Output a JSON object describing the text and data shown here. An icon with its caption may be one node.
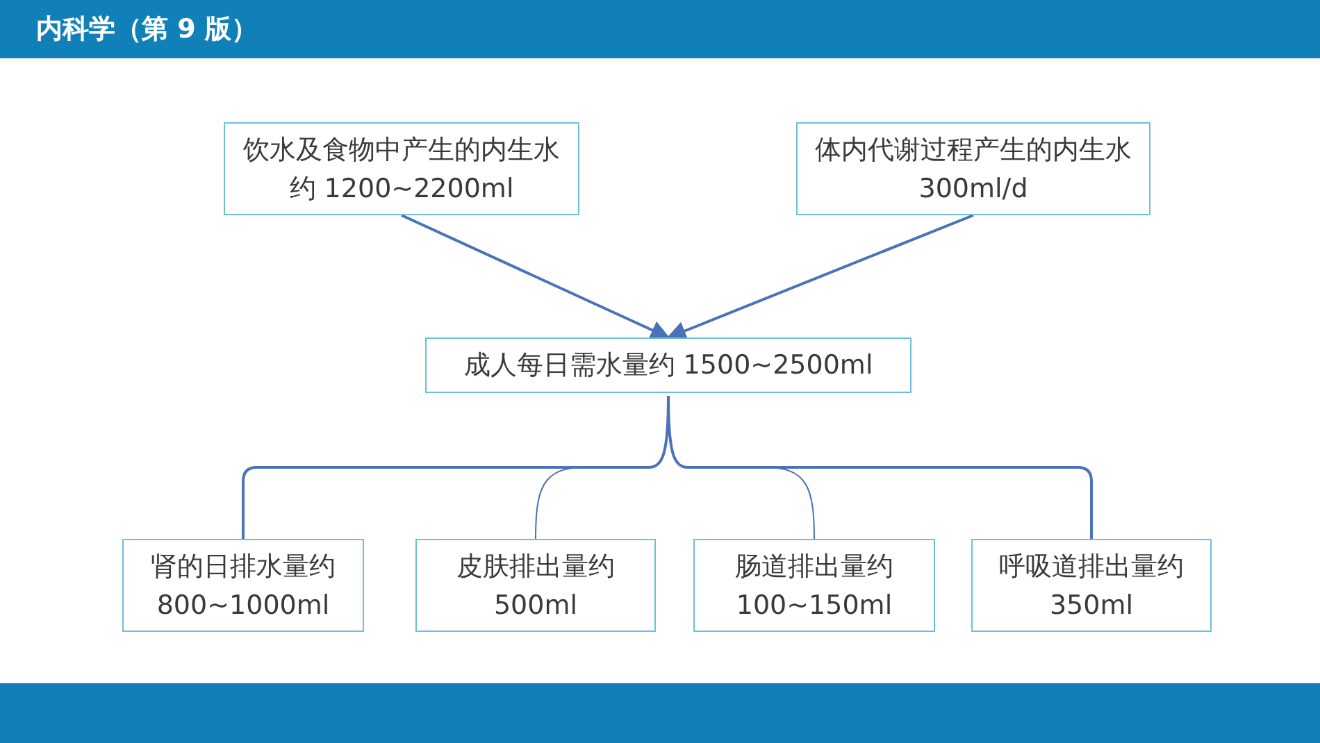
{
  "diagram": {
    "title": "内科学（第 9 版）",
    "nodes": [
      {
        "text": [
          "饮水及食物中产生的内生水约 1200~2200ml"
        ]
      },
      {
        "text": [
          "体内代谢过程产生的内生水300ml/d"
        ]
      },
      {
        "text": [
          "成人每日需水量约 1500~2500ml"
        ]
      },
      {
        "text": [
          "肾的日排水量约800~1000ml"
        ]
      },
      {
        "text": [
          "皮肤排出量约500ml"
        ]
      },
      {
        "text": [
          "肠道排出量约100~150ml"
        ]
      },
      {
        "text": [
          "呼吸道排出量约350ml"
        ]
      }
    ],
    "edges": [
      {
        "from": 0,
        "to": 2,
        "arrow": "to"
      },
      {
        "from": 1,
        "to": 2,
        "arrow": "to"
      },
      {
        "from": 2,
        "to": 3,
        "arrow": "none"
      },
      {
        "from": 2,
        "to": 4,
        "arrow": "none"
      },
      {
        "from": 2,
        "to": 5,
        "arrow": "none"
      },
      {
        "from": 2,
        "to": 6,
        "arrow": "none"
      }
    ]
  }
}
